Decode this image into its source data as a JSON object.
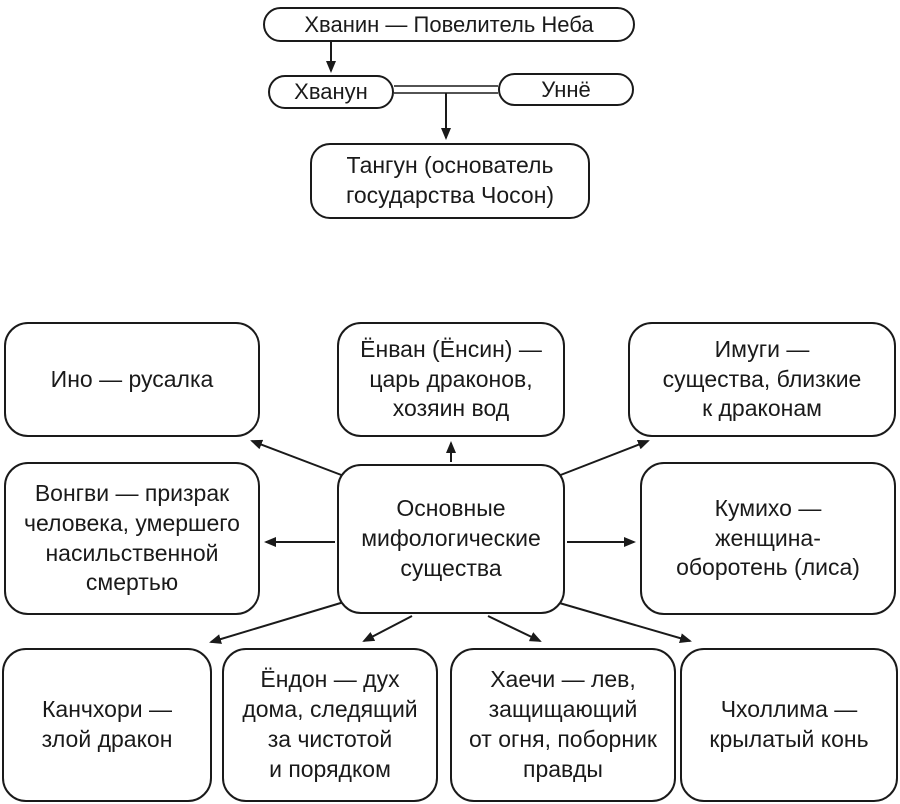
{
  "genealogy": {
    "hwanin": "Хванин — Повелитель Неба",
    "hwanun": "Хванун",
    "unnyo": "Уннё",
    "tangun": "Тангун (основатель\nгосударства Чосон)"
  },
  "creatures": {
    "center": "Основные\nмифологические\nсущества",
    "ino": "Ино — русалка",
    "yongwang": "Ёнван (Ёнсин) —\nцарь драконов,\nхозяин вод",
    "imugi": "Имуги —\nсущества, близкие\nк драконам",
    "wongwi": "Вонгви — призрак\nчеловека, умершего\nнасильственной\nсмертью",
    "kumiho": "Кумихо —\nженщина-\nоборотень (лиса)",
    "kanchhori": "Канчхори —\nзлой дракон",
    "yondon": "Ёндон — дух\nдома, следящий\nза чистотой\nи порядком",
    "haechi": "Хаечи — лев,\nзащищающий\nот огня, поборник\nправды",
    "chollima": "Чхоллима —\nкрылатый конь"
  },
  "colors": {
    "line": "#1a1a1a",
    "text": "#1a1a1a",
    "background": "#ffffff"
  }
}
